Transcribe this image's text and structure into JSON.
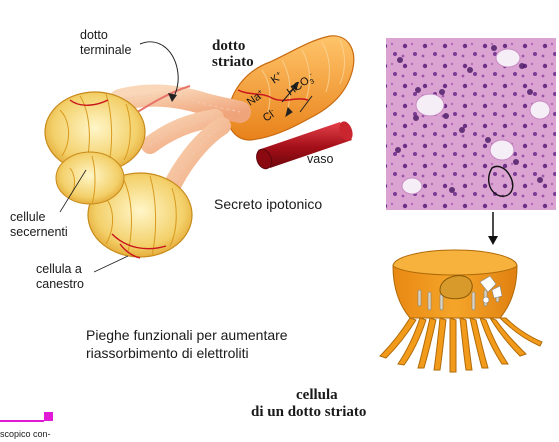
{
  "gland": {
    "label_duct_terminal": "dotto\nterminale",
    "label_striated_duct": "dotto\nstriato",
    "label_secreting_cells": "cellule\nsecernenti",
    "label_basket_cell": "cellula a\ncanestro",
    "label_vessel": "vaso",
    "ion_k": "K",
    "ion_k_sign": "+",
    "ion_hco3": "HCO",
    "ion_hco3_sub": "3",
    "ion_hco3_sign": "-",
    "ion_na": "Na",
    "ion_na_sign": "+",
    "ion_cl": "Cl",
    "ion_cl_sign": "-"
  },
  "captions": {
    "secretion": "Secreto ipotonico",
    "folds_line1": "Pieghe funzionali per aumentare",
    "folds_line2": "riassorbimento di elettroliti",
    "cell_title_line1": "cellula",
    "cell_title_line2": "di un dotto striato",
    "footer_fragment": "scopico con-"
  },
  "colors": {
    "acinus_fill": "#f3d06a",
    "acinus_edge": "#d99a1e",
    "duct_fill": "#f5b48a",
    "striated_duct": "#f39a2e",
    "vessel": "#b3121c",
    "histology_bg": "#d99fcf",
    "histology_nuclei": "#5b2a78",
    "cell_orange": "#f29a1a",
    "accent_pink": "#e21ad6"
  }
}
